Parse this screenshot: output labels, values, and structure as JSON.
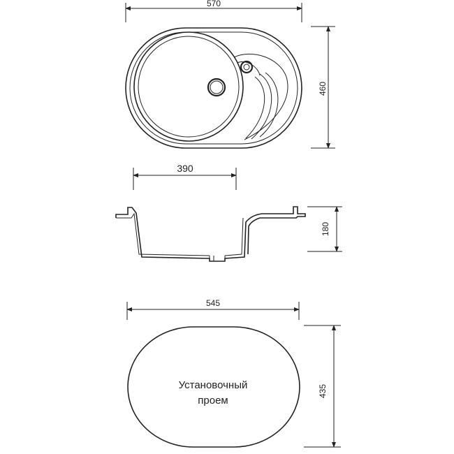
{
  "dimensions": {
    "top_width": "570",
    "top_height": "460",
    "bowl_diameter": "390",
    "depth": "180",
    "cutout_width": "545",
    "cutout_height": "435"
  },
  "cutout_label": {
    "line1": "Установочный",
    "line2": "проем"
  },
  "colors": {
    "stroke": "#222222",
    "background": "#ffffff"
  }
}
